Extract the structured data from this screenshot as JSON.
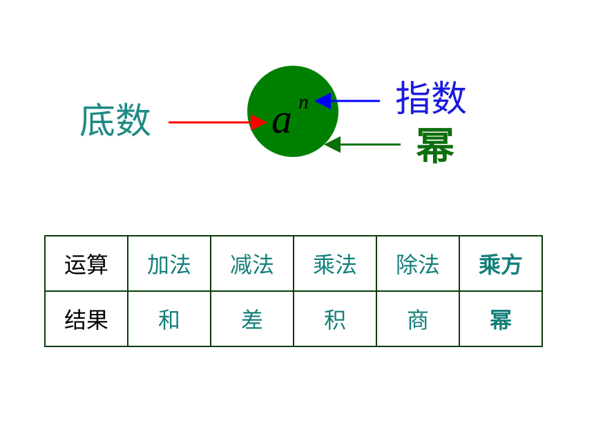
{
  "diagram": {
    "base_label": "底数",
    "exponent_label": "指数",
    "power_label": "幂",
    "expression": {
      "base": "a",
      "exponent": "n"
    }
  },
  "table": {
    "rows": [
      {
        "header": "运算",
        "cells": [
          "加法",
          "减法",
          "乘法",
          "除法",
          "乘方"
        ]
      },
      {
        "header": "结果",
        "cells": [
          "和",
          "差",
          "积",
          "商",
          "幂"
        ]
      }
    ]
  }
}
